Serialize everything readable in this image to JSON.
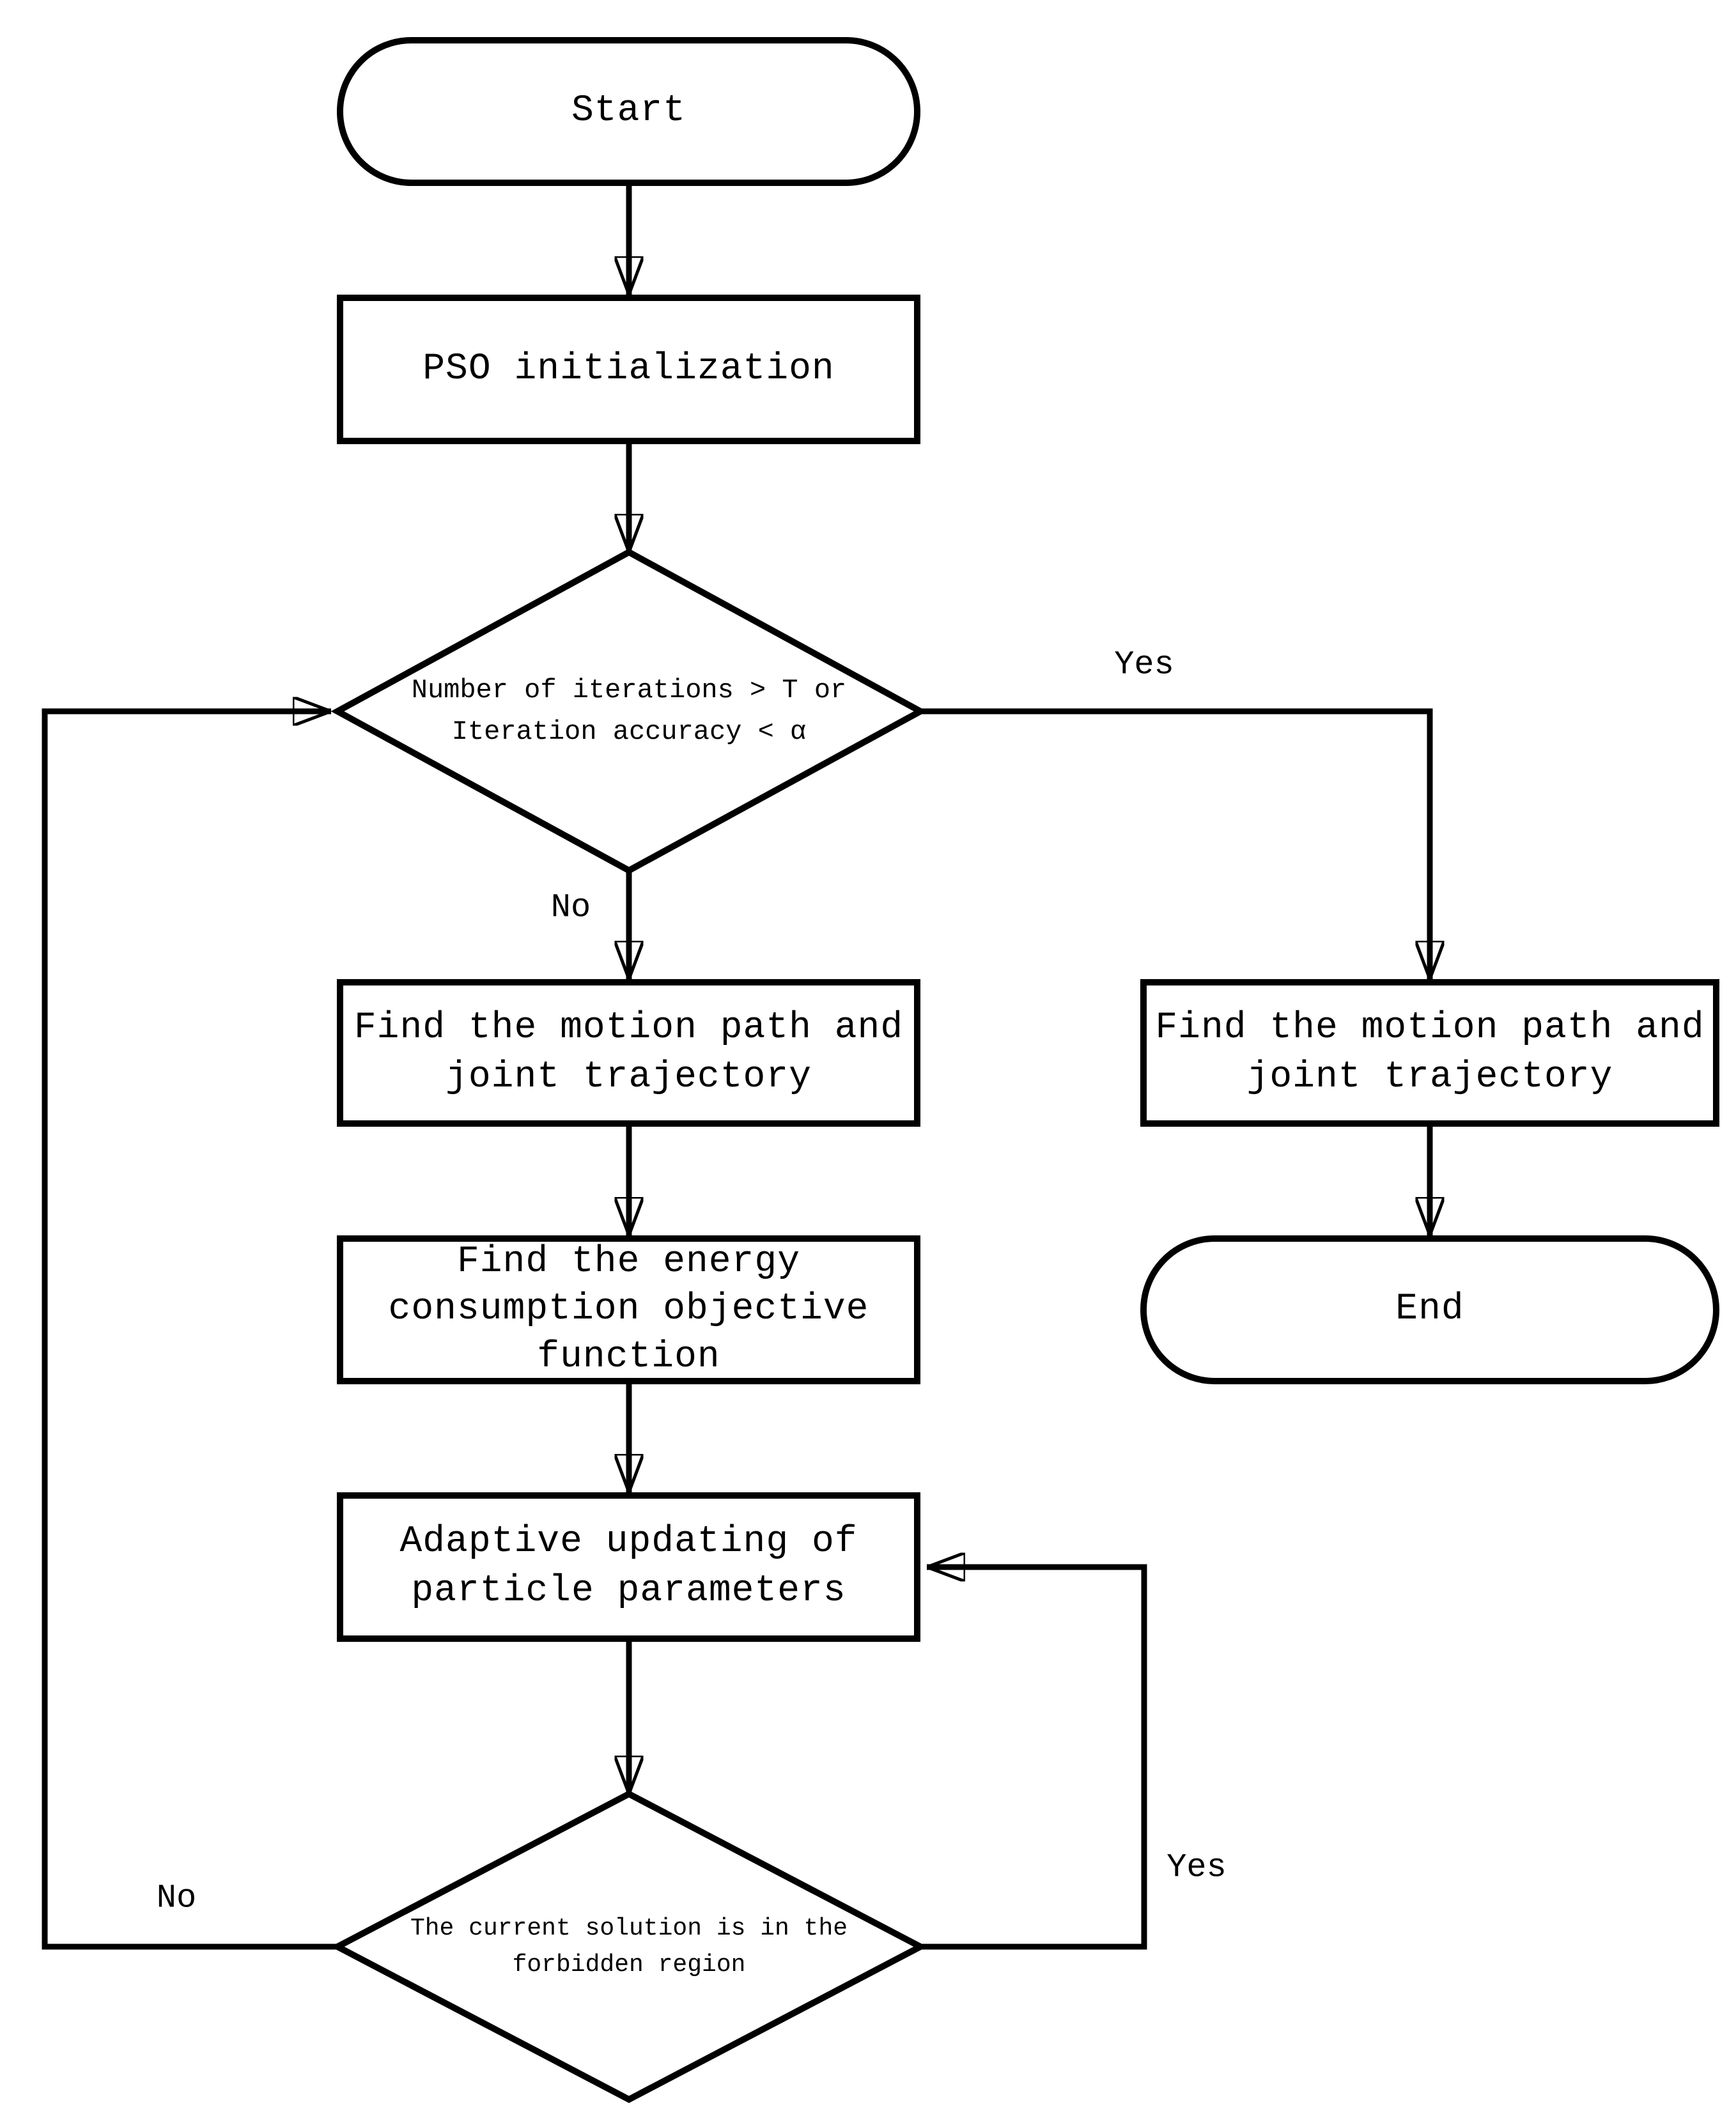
{
  "diagram": {
    "background_color": "#ffffff",
    "line_color": "#000000",
    "nodes": {
      "start": {
        "type": "terminator",
        "label": "Start"
      },
      "pso_init": {
        "type": "process",
        "label": "PSO initialization"
      },
      "iteration_check": {
        "type": "decision",
        "label": "Number of iterations > T or\nIteration accuracy <  α"
      },
      "find_motion_left": {
        "type": "process",
        "label": "Find the motion path and\njoint trajectory"
      },
      "find_motion_right": {
        "type": "process",
        "label": "Find the motion path and\njoint trajectory"
      },
      "find_energy": {
        "type": "process",
        "label": "Find the energy\nconsumption objective\nfunction"
      },
      "adaptive_update": {
        "type": "process",
        "label": "Adaptive updating of\nparticle parameters"
      },
      "forbidden_check": {
        "type": "decision",
        "label": "The current solution is in the\nforbidden region"
      },
      "end": {
        "type": "terminator",
        "label": "End"
      }
    },
    "edges": [
      {
        "from": "start",
        "to": "pso_init",
        "label": ""
      },
      {
        "from": "pso_init",
        "to": "iteration_check",
        "label": ""
      },
      {
        "from": "iteration_check",
        "to": "find_motion_right",
        "label": "Yes"
      },
      {
        "from": "iteration_check",
        "to": "find_motion_left",
        "label": "No"
      },
      {
        "from": "find_motion_left",
        "to": "find_energy",
        "label": ""
      },
      {
        "from": "find_energy",
        "to": "adaptive_update",
        "label": ""
      },
      {
        "from": "adaptive_update",
        "to": "forbidden_check",
        "label": ""
      },
      {
        "from": "forbidden_check",
        "to": "adaptive_update",
        "label": "Yes"
      },
      {
        "from": "forbidden_check",
        "to": "iteration_check",
        "label": "No"
      },
      {
        "from": "find_motion_right",
        "to": "end",
        "label": ""
      }
    ]
  }
}
